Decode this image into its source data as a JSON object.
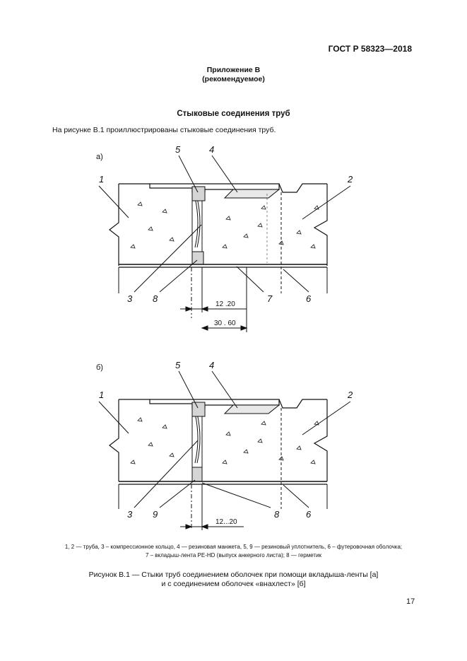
{
  "header": {
    "standard": "ГОСТ Р 58323—2018"
  },
  "annex": {
    "title": "Приложение В",
    "status": "(рекомендуемое)"
  },
  "section": {
    "heading": "Стыковые соединения труб"
  },
  "intro": "На рисунке В.1 проиллюстрированы стыковые соединения труб.",
  "figure_a": {
    "label": "а)",
    "callouts": [
      "5",
      "4",
      "1",
      "2",
      "3",
      "8",
      "7",
      "6"
    ],
    "dims": [
      "12 .20",
      "30 . 60"
    ]
  },
  "figure_b": {
    "label": "б)",
    "callouts": [
      "5",
      "4",
      "1",
      "2",
      "3",
      "9",
      "8",
      "6"
    ],
    "dims": [
      "12...20"
    ]
  },
  "legend": {
    "line1": "1, 2 — труба, 3 – компрессионное кольцо, 4 — резиновая манжета, 5, 9 — резиновый уплотнитель, 6 – футеровочная оболочка;",
    "line2": "7 – вкладыш-лента PE-HD (выпуск анкерного листа); 8 — герметик"
  },
  "caption": {
    "line1": "Рисунок В.1 — Стыки труб соединением оболочек при помощи вкладыша-ленты [а]",
    "line2": "и с соединением оболочек «внахлест» [б]"
  },
  "page_number": "17"
}
